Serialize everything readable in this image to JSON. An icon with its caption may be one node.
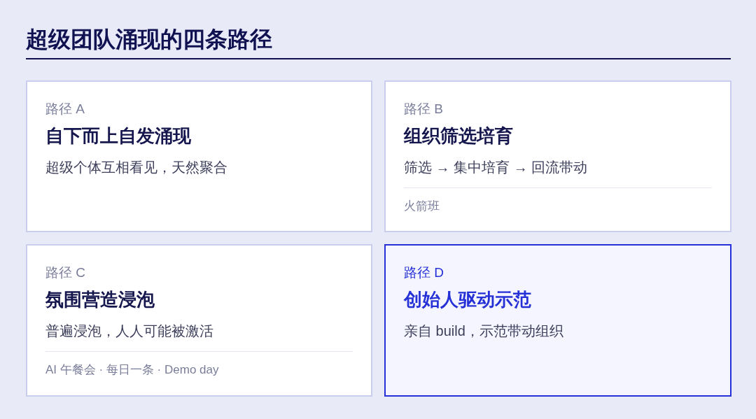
{
  "diagram": {
    "title": "超级团队涌现的四条路径",
    "nodes": [
      {
        "text": [
          "路径 A",
          "自下而上自发涌现",
          "超级个体互相看见，天然聚合"
        ]
      },
      {
        "text": [
          "路径 B",
          "组织筛选培育",
          "筛选 → 集中培育 → 回流带动",
          "火箭班"
        ]
      },
      {
        "text": [
          "路径 C",
          "氛围营造浸泡",
          "普遍浸泡，人人可能被激活",
          "AI 午餐会 · 每日一条 · Demo day"
        ]
      },
      {
        "text": [
          "路径 D",
          "创始人驱动示范",
          "亲自 build，示范带动组织"
        ]
      }
    ],
    "edges": []
  }
}
